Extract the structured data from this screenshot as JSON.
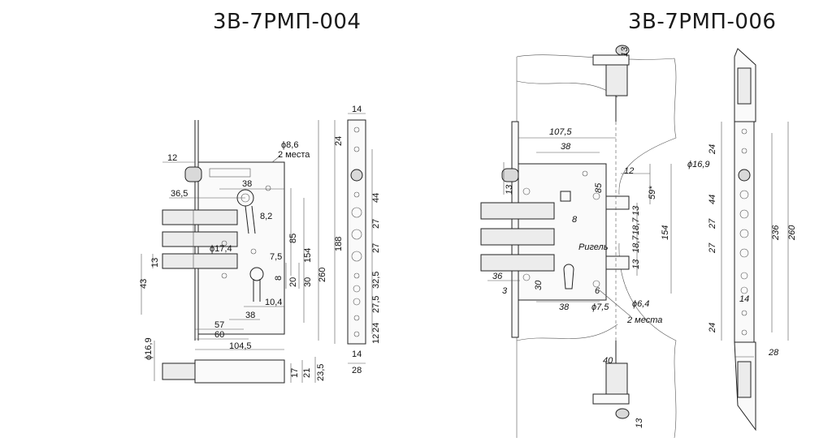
{
  "titles": {
    "left": "3В-7РМП-004",
    "right": "3В-7РМП-006"
  },
  "left_drawing": {
    "dimensions": {
      "d12": "12",
      "d36_5": "36,5",
      "d38": "38",
      "dia8_6": "ϕ8,6",
      "places2": "2 места",
      "d8_2": "8,2",
      "d85": "85",
      "d154": "154",
      "d260": "260",
      "dia17_4": "ϕ17,4",
      "d7_5": "7,5",
      "d13": "13",
      "d43": "43",
      "d8": "8",
      "d20": "20",
      "d30": "30",
      "d10_4": "10,4",
      "d38b": "38",
      "d57": "57",
      "d60": "60",
      "d104_5": "104,5",
      "dia16_9": "ϕ16,9",
      "d17": "17",
      "d21": "21",
      "d23_5": "23,5"
    },
    "strip": {
      "d14_top": "14",
      "d24_top": "24",
      "d188": "188",
      "d44": "44",
      "d27a": "27",
      "d27b": "27",
      "d32_5": "32,5",
      "d27_5": "27,5",
      "d24_bot": "24",
      "d12": "12",
      "d14_bot": "14",
      "d28": "28"
    }
  },
  "right_drawing": {
    "dimensions": {
      "d13_top": "13",
      "d107_5": "107,5",
      "d38": "38",
      "d12": "12",
      "d85": "85",
      "d59": "59*",
      "d13_side": "13",
      "d18_7a": "18,7",
      "d18_7b": "18,7",
      "d13_side2": "13",
      "d154": "154",
      "d8": "8",
      "d13_left": "13",
      "d36": "36",
      "d3": "3",
      "d30": "30",
      "d6": "6",
      "d38b": "38",
      "dia7_5": "ϕ7,5",
      "dia6_4": "ϕ6,4",
      "places2": "2 места",
      "d40": "40",
      "d13_bot": "13",
      "brand": "Ригель"
    },
    "strip": {
      "dia16_9": "ϕ16,9",
      "d24_top": "24",
      "d44": "44",
      "d27a": "27",
      "d27b": "27",
      "d14": "14",
      "d24_bot": "24",
      "d236": "236",
      "d260": "260",
      "d28": "28"
    }
  }
}
